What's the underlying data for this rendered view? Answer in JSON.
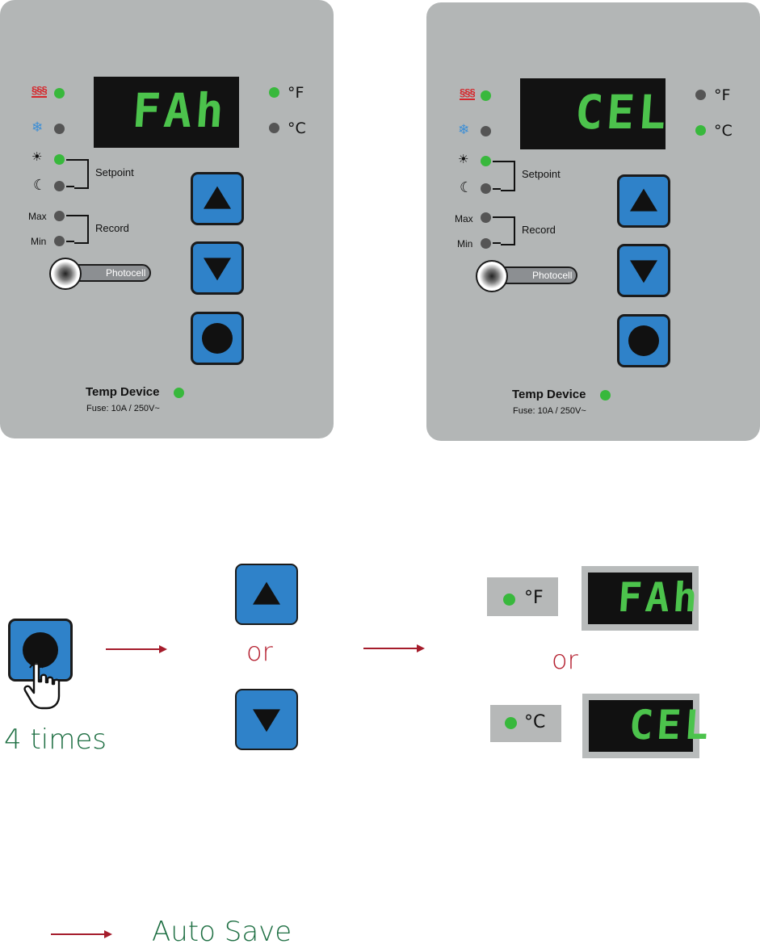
{
  "panels": [
    {
      "display": "FAh",
      "fahrenheit_unit": "°F",
      "celsius_unit": "°C",
      "fahrenheit_led": "on",
      "celsius_led": "off",
      "setpoint_label": "Setpoint",
      "record_label": "Record",
      "max_label": "Max",
      "min_label": "Min",
      "photocell_label": "Photocell",
      "device_title": "Temp Device",
      "fuse_text": "Fuse: 10A / 250V~"
    },
    {
      "display": "CEL",
      "fahrenheit_unit": "°F",
      "celsius_unit": "°C",
      "fahrenheit_led": "off",
      "celsius_led": "on",
      "setpoint_label": "Setpoint",
      "record_label": "Record",
      "max_label": "Max",
      "min_label": "Min",
      "photocell_label": "Photocell",
      "device_title": "Temp Device",
      "fuse_text": "Fuse: 10A / 250V~"
    }
  ],
  "instructions": {
    "press_count": "4 times",
    "or_1": "or",
    "or_2": "or",
    "option_f": {
      "unit": "°F",
      "display": "FAh"
    },
    "option_c": {
      "unit": "°C",
      "display": "CEL"
    },
    "legend_text": "Auto Save"
  },
  "icons": {
    "heat": "heating-icon",
    "cool": "snowflake-icon",
    "day": "sun-icon",
    "night": "moon-icon",
    "up": "up-triangle-icon",
    "down": "down-triangle-icon",
    "ok": "circle-button-icon",
    "hand": "hand-pointer-icon"
  },
  "colors": {
    "panel": "#b3b6b6",
    "button": "#2f82c9",
    "led_on": "#38b83c",
    "led_off": "#555555",
    "segment": "#4cc34c",
    "arrow": "#a51c2b",
    "accent_text": "#1e6f43"
  }
}
